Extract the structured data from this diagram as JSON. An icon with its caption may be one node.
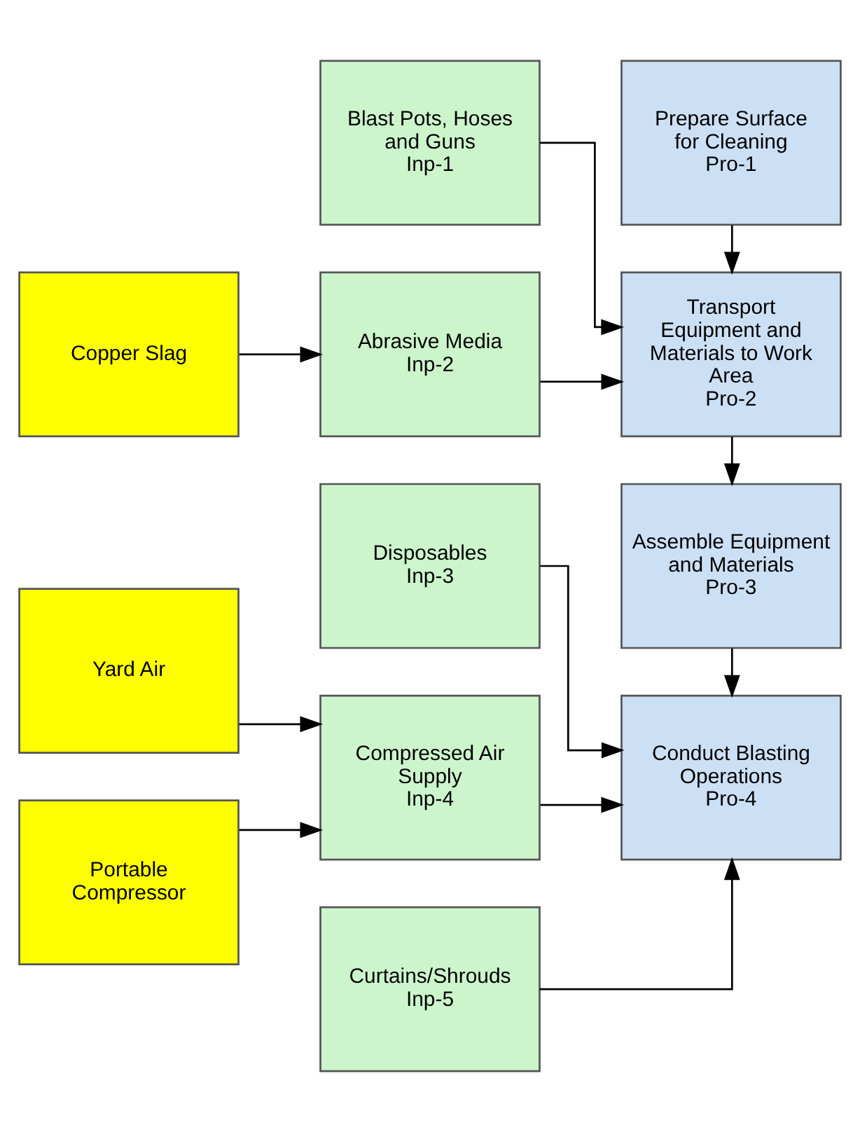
{
  "diagram": {
    "nodes": [
      {
        "text": [
          "Prepare Surface for Cleaning",
          "Pro-1"
        ]
      },
      {
        "text": [
          "Blast Pots, Hoses and Guns",
          "Inp-1"
        ]
      },
      {
        "text": [
          "Transport Equipment and Materials to Work Area",
          "Pro-2"
        ]
      },
      {
        "text": [
          "Copper Slag"
        ]
      },
      {
        "text": [
          "Abrasive Media",
          "Inp-2"
        ]
      },
      {
        "text": [
          "Assemble Equipment and Materials",
          "Pro-3"
        ]
      },
      {
        "text": [
          "Disposables",
          "Inp-3"
        ]
      },
      {
        "text": [
          "Yard Air"
        ]
      },
      {
        "text": [
          "Compressed Air Supply",
          "Inp-4"
        ]
      },
      {
        "text": [
          "Conduct Blasting Operations",
          "Pro-4"
        ]
      },
      {
        "text": [
          "Portable Compressor"
        ]
      },
      {
        "text": [
          "Curtains/Shrouds",
          "Inp-5"
        ]
      }
    ],
    "edges": [
      {
        "from": 0,
        "to": 2,
        "arrow": "to"
      },
      {
        "from": 1,
        "to": 2,
        "arrow": "to"
      },
      {
        "from": 4,
        "to": 2,
        "arrow": "to"
      },
      {
        "from": 3,
        "to": 4,
        "arrow": "to"
      },
      {
        "from": 2,
        "to": 5,
        "arrow": "to"
      },
      {
        "from": 5,
        "to": 9,
        "arrow": "to"
      },
      {
        "from": 6,
        "to": 9,
        "arrow": "to"
      },
      {
        "from": 8,
        "to": 9,
        "arrow": "to"
      },
      {
        "from": 11,
        "to": 9,
        "arrow": "to"
      },
      {
        "from": 7,
        "to": 8,
        "arrow": "to"
      },
      {
        "from": 10,
        "to": 8,
        "arrow": "to"
      }
    ]
  }
}
